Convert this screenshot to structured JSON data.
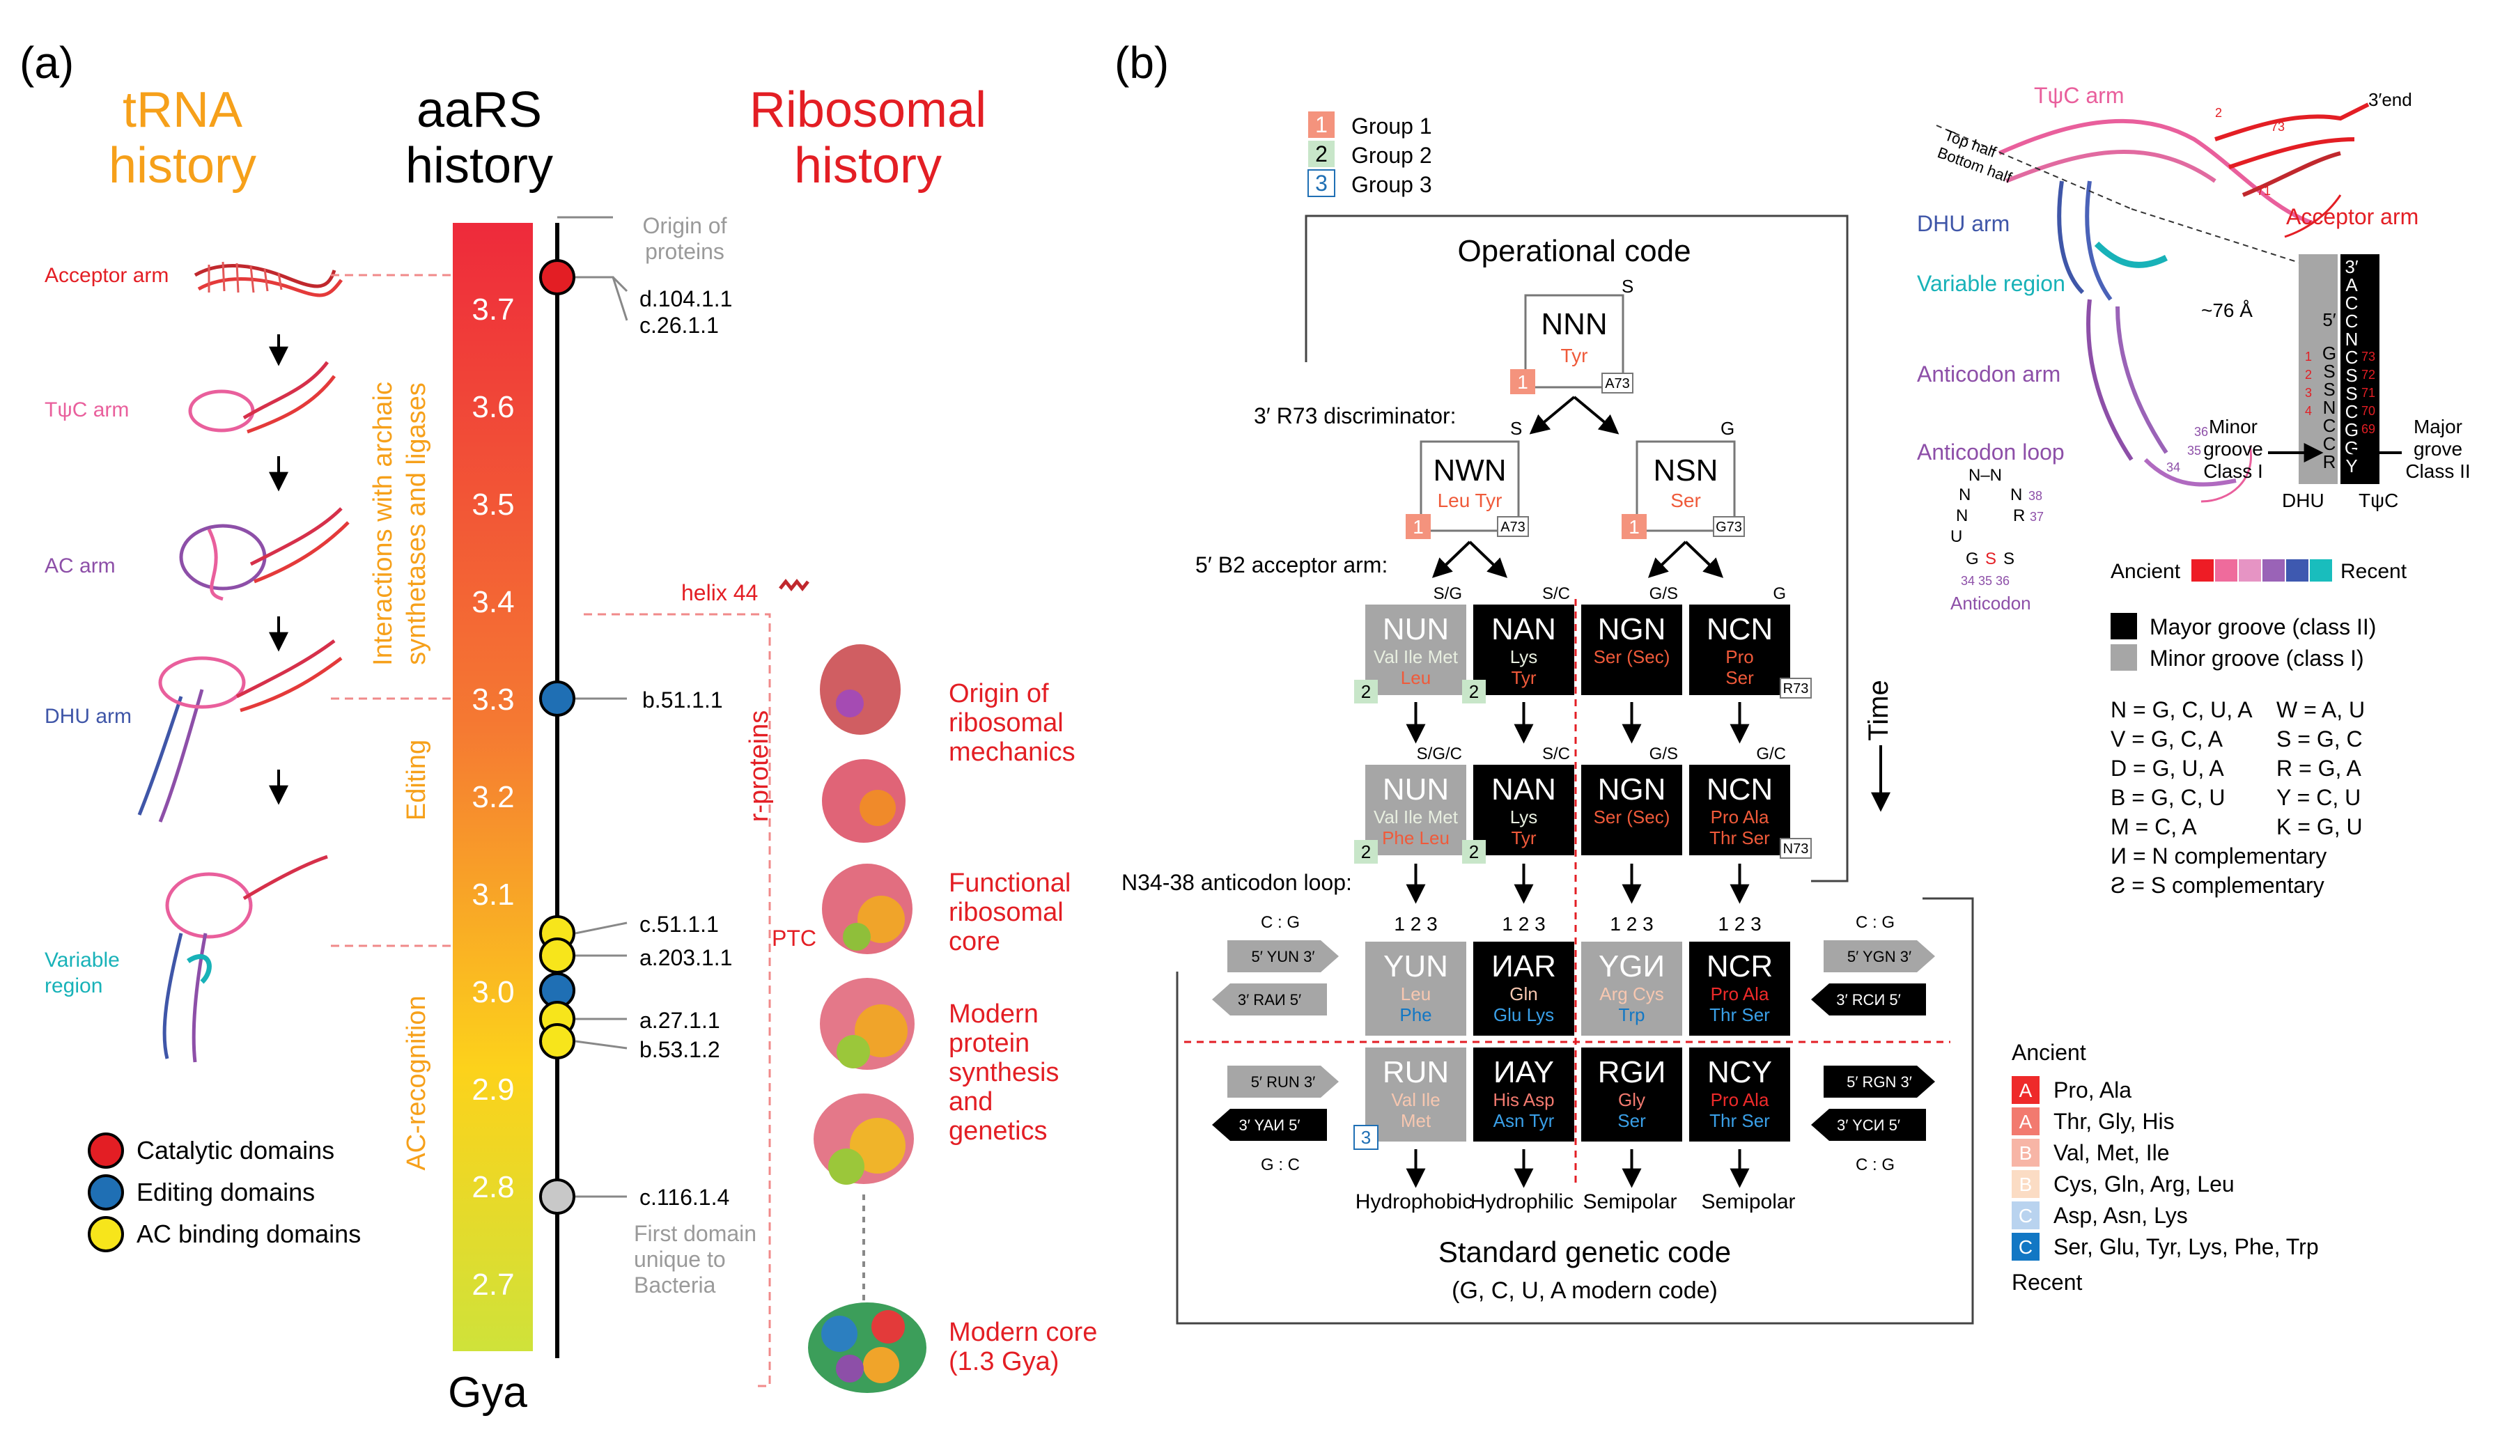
{
  "panel_a": {
    "label": "(a)",
    "trna_title": [
      "tRNA",
      "history"
    ],
    "aars_title": [
      "aaRS",
      "history"
    ],
    "ribo_title": [
      "Ribosomal",
      "history"
    ],
    "trna_stages": [
      "Acceptor arm",
      "TψC arm",
      "AC arm",
      "DHU arm",
      "Variable",
      "region"
    ],
    "axis_ticks": [
      "3.7",
      "3.6",
      "3.5",
      "3.4",
      "3.3",
      "3.2",
      "3.1",
      "3.0",
      "2.9",
      "2.8",
      "2.7"
    ],
    "axis_unit": "Gya",
    "phases": [
      "Interactions with archaic",
      "synthetases and ligases",
      "Editing",
      "AC-recognition"
    ],
    "origin_of_proteins": [
      "Origin of",
      "proteins"
    ],
    "first_domain_note": [
      "First domain",
      "unique to",
      "Bacteria"
    ],
    "domains": [
      "d.104.1.1",
      "c.26.1.1",
      "b.51.1.1",
      "c.51.1.1",
      "a.203.1.1",
      "a.27.1.1",
      "b.53.1.2",
      "c.116.1.4"
    ],
    "helix44": "helix 44",
    "r_proteins": "r-proteins",
    "ptc": "PTC",
    "ribo_stages": [
      [
        "Origin of",
        "ribosomal",
        "mechanics"
      ],
      [
        "Functional",
        "ribosomal",
        "core"
      ],
      [
        "Modern",
        "protein",
        "synthesis",
        "and",
        "genetics"
      ],
      [
        "Modern core",
        "(1.3 Gya)"
      ]
    ],
    "legend": [
      "Catalytic domains",
      "Editing domains",
      "AC binding domains"
    ]
  },
  "panel_b": {
    "label": "(b)",
    "groups": [
      {
        "num": "1",
        "name": "Group 1"
      },
      {
        "num": "2",
        "name": "Group 2"
      },
      {
        "num": "3",
        "name": "Group 3"
      }
    ],
    "operational_code": "Operational code",
    "discriminator": "3′ R73 discriminator:",
    "b2_arm": "5′ B2 acceptor arm:",
    "anticodon_loop_label": "N34-38 anticodon loop:",
    "time": "Time",
    "box_nnn": {
      "code": "NNN",
      "aa": "Tyr",
      "tag": "A73",
      "top": "S",
      "grp": "1"
    },
    "box_nwn": {
      "code": "NWN",
      "aa": "Leu Tyr",
      "tag": "A73",
      "top": "S",
      "grp": "1"
    },
    "box_nsn": {
      "code": "NSN",
      "aa": "Ser",
      "tag": "G73",
      "top": "G",
      "grp": "1"
    },
    "row3": [
      {
        "code": "NUN",
        "aa1": "Val Ile Met",
        "aa2": "Leu",
        "top": "S/G",
        "grp": "2"
      },
      {
        "code": "NAN",
        "aa1": "Lys",
        "aa2": "Tyr",
        "top": "S/C",
        "grp": "2"
      },
      {
        "code": "NGN",
        "aa1": "Ser (Sec)",
        "aa2": "",
        "top": "G/S",
        "grp": ""
      },
      {
        "code": "NCN",
        "aa1": "Pro",
        "aa2": "Ser",
        "top": "G",
        "grp": "",
        "tag": "R73"
      }
    ],
    "row4": [
      {
        "code": "NUN",
        "aa1": "Val Ile Met",
        "aa2": "Phe Leu",
        "top": "S/G/C",
        "grp": "2"
      },
      {
        "code": "NAN",
        "aa1": "Lys",
        "aa2": "Tyr",
        "top": "S/C",
        "grp": "2"
      },
      {
        "code": "NGN",
        "aa1": "Ser (Sec)",
        "aa2": "",
        "top": "G/S",
        "grp": ""
      },
      {
        "code": "NCN",
        "aa1": "Pro Ala",
        "aa2": "Thr Ser",
        "top": "G/C",
        "grp": "",
        "tag": "N73"
      }
    ],
    "positions": "1  2  3",
    "row5": [
      {
        "code": "YUN",
        "aa1": "Leu",
        "aa2": "Phe"
      },
      {
        "code": "ИAR",
        "aa1": "Gln",
        "aa2": "Glu Lys"
      },
      {
        "code": "YGИ",
        "aa1": "Arg Cys",
        "aa2": "Trp"
      },
      {
        "code": "NCR",
        "aa1": "Pro Ala",
        "aa2": "Thr Ser"
      }
    ],
    "row6": [
      {
        "code": "RUN",
        "aa1": "Val Ile",
        "aa2": "Met",
        "grp": "3"
      },
      {
        "code": "ИAY",
        "aa1": "His Asp",
        "aa2": "Asn Tyr"
      },
      {
        "code": "RGИ",
        "aa1": "Gly",
        "aa2": "Ser"
      },
      {
        "code": "NCY",
        "aa1": "Pro Ala",
        "aa2": "Thr Ser"
      }
    ],
    "pairs": [
      "C : G",
      "G : C",
      "C : G",
      "C : G"
    ],
    "arrows_left": [
      "5′ YUN 3′",
      "3′ RAИ 5′",
      "5′ RUN 3′",
      "3′ YAИ 5′"
    ],
    "arrows_right": [
      "5′ YGN 3′",
      "3′ RCИ 5′",
      "5′ RGN 3′",
      "3′ YCИ 5′"
    ],
    "properties": [
      "Hydrophobic",
      "Hydrophilic",
      "Semipolar",
      "Semipolar"
    ],
    "standard_code": "Standard genetic code",
    "standard_sub": "(G, C, U, A modern code)",
    "trna_labels": {
      "tpsic_arm": "TψC arm",
      "end": "3′end",
      "top_half": "Top half",
      "bottom_half": "Bottom half",
      "acceptor_arm": "Acceptor arm",
      "dhu_arm": "DHU arm",
      "variable_region": "Variable region",
      "distance": "~76 Å",
      "anticodon_arm": "Anticodon arm",
      "anticodon_loop": "Anticodon loop",
      "anticodon": "Anticodon",
      "anticodon_nums": "34 35 36",
      "num_2": "2",
      "num_73": "73",
      "num_71": "71",
      "num_36": "36",
      "num_35": "35",
      "num_34": "34",
      "num_38": "38",
      "num_37": "37"
    },
    "stem": {
      "left_letters": [
        "5′",
        "G",
        "S",
        "S",
        "N",
        "C",
        "C",
        "R"
      ],
      "left_nums": [
        "1",
        "2",
        "3",
        "4"
      ],
      "right_letters": [
        "3′",
        "A",
        "C",
        "C",
        "N",
        "C",
        "S",
        "S",
        "C",
        "G",
        "G",
        "Y"
      ],
      "right_nums": [
        "73",
        "72",
        "71",
        "70",
        "69"
      ],
      "minor": [
        "Minor",
        "groove",
        "Class I"
      ],
      "major": [
        "Major",
        "grove",
        "Class II"
      ],
      "dhu": "DHU",
      "tpsic": "TψC"
    },
    "age_scale": {
      "ancient": "Ancient",
      "recent": "Recent"
    },
    "groove_legend": [
      "Mayor groove (class II)",
      "Minor groove (class I)"
    ],
    "iupac": [
      "N = G, C, U, A",
      "W = A, U",
      "V = G, C, A",
      "S = G, C",
      "D = G, U, A",
      "R = G, A",
      "B = G, C, U",
      "Y = C, U",
      "M = C, A",
      "K = G, U"
    ],
    "complement": [
      "И =  N complementary",
      "Ƨ =  S complementary"
    ],
    "aa_legend_title": "Ancient",
    "aa_legend": [
      {
        "letter": "A",
        "text": "Pro, Ala",
        "color": "#ee2a2a"
      },
      {
        "letter": "A",
        "text": "Thr, Gly, His",
        "color": "#f27a6f"
      },
      {
        "letter": "B",
        "text": "Val, Met, Ile",
        "color": "#f7b5a6"
      },
      {
        "letter": "B",
        "text": "Cys, Gln, Arg, Leu",
        "color": "#fbdcc4"
      },
      {
        "letter": "C",
        "text": "Asp, Asn, Lys",
        "color": "#b9d3ef"
      },
      {
        "letter": "C",
        "text": "Ser, Glu, Tyr, Lys, Phe, Trp",
        "color": "#1277c4"
      }
    ],
    "aa_legend_end": "Recent"
  },
  "colors": {
    "red": "#e31e24",
    "orange": "#f6a01a",
    "pink": "#e95f9c",
    "purple": "#8d4fa8",
    "blue": "#3f56a8",
    "teal": "#18b2b8",
    "grey": "#a6a6a6",
    "black": "#000000",
    "group1": "#f4937d",
    "group2": "#c8e6c9",
    "group3": "#ffffff"
  }
}
